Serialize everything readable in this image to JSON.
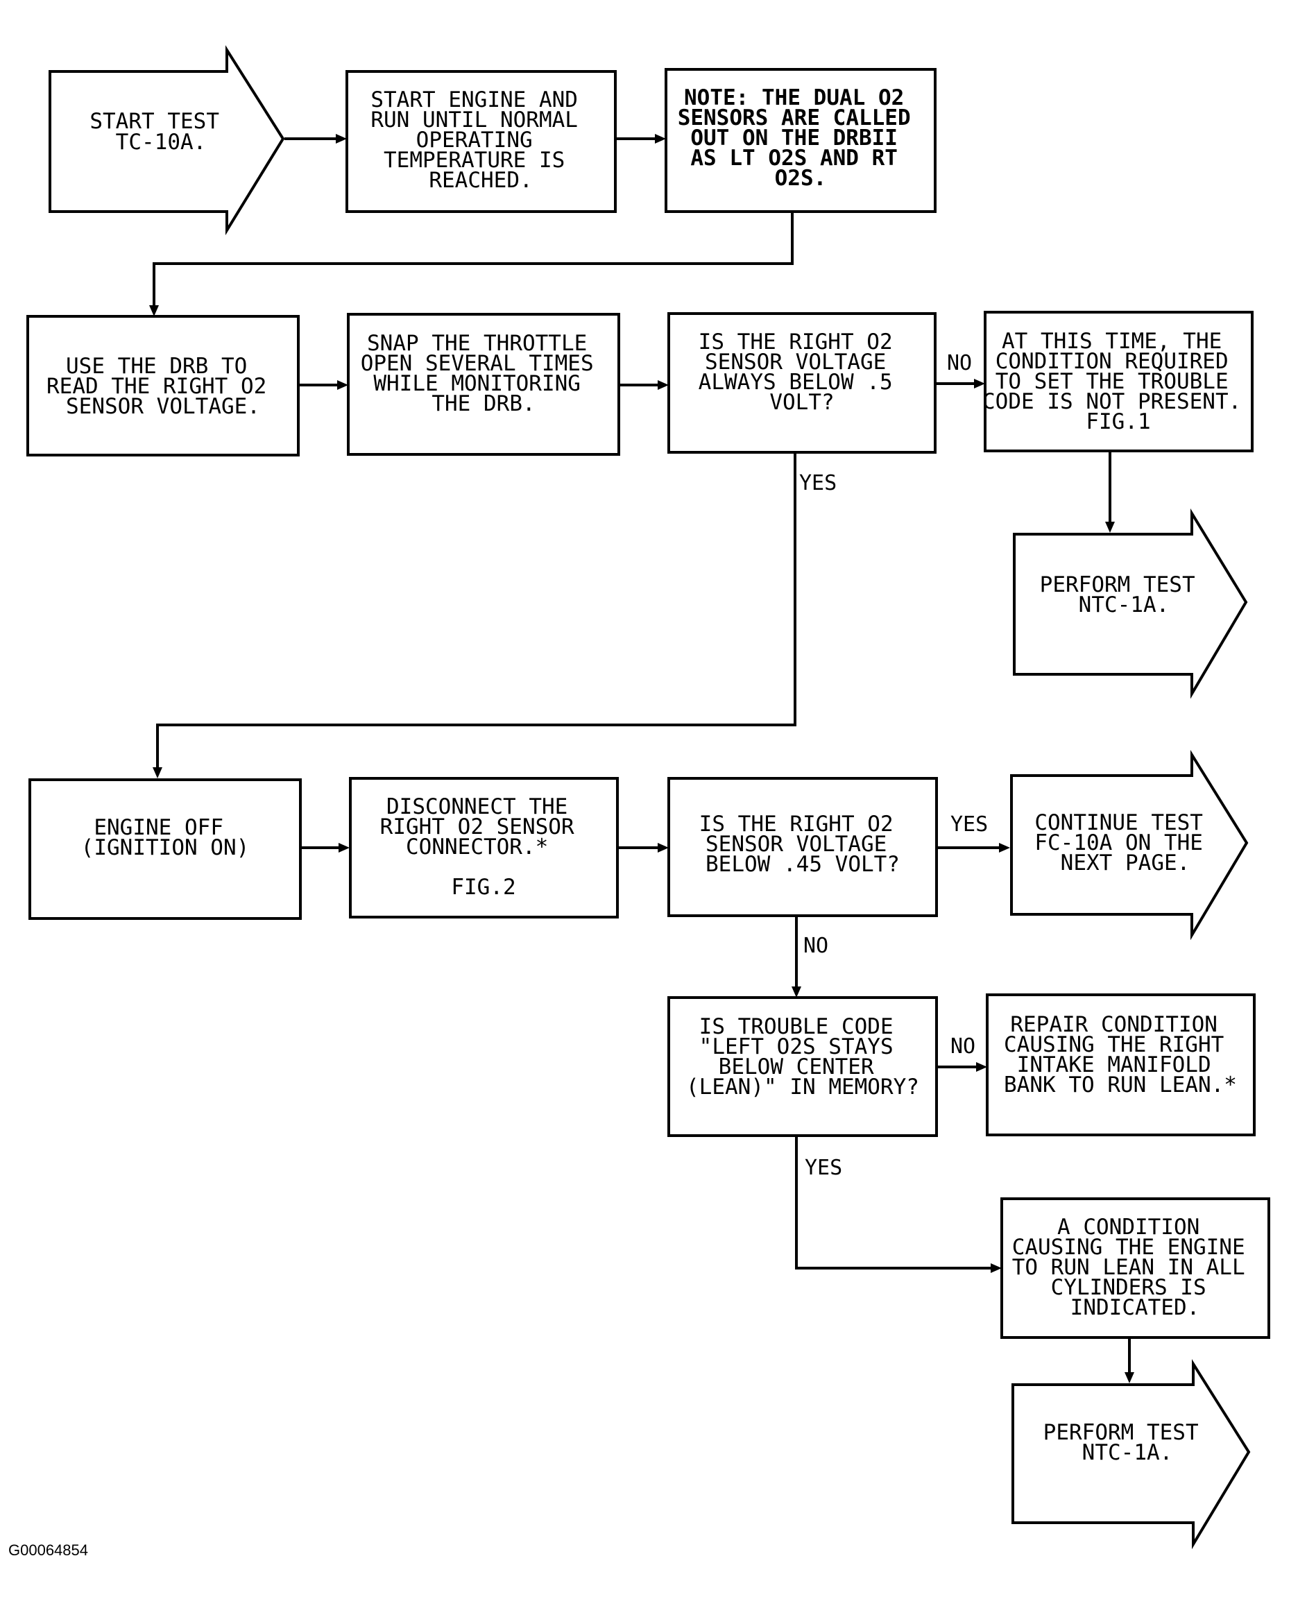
{
  "nodes": {
    "start": {
      "lines": [
        "START TEST",
        "TC-10A."
      ]
    },
    "run_engine": {
      "lines": [
        "START ENGINE AND",
        "RUN UNTIL NORMAL",
        "OPERATING",
        "TEMPERATURE IS",
        "REACHED."
      ]
    },
    "note": {
      "lines": [
        "NOTE: THE DUAL O2",
        "SENSORS ARE CALLED",
        "OUT ON THE DRBII",
        "AS LT O2S AND RT",
        "O2S."
      ]
    },
    "use_drb": {
      "lines": [
        "USE THE DRB TO",
        "READ THE RIGHT O2",
        "SENSOR VOLTAGE."
      ]
    },
    "snap_throttle": {
      "lines": [
        "SNAP THE THROTTLE",
        "OPEN SEVERAL TIMES",
        "WHILE MONITORING",
        "THE DRB."
      ]
    },
    "q_below_5": {
      "lines": [
        "IS THE RIGHT O2",
        "SENSOR VOLTAGE",
        "ALWAYS BELOW .5",
        "VOLT?"
      ]
    },
    "not_present": {
      "lines": [
        "AT THIS TIME, THE",
        "CONDITION REQUIRED",
        "TO SET THE TROUBLE",
        "CODE IS NOT PRESENT.",
        "FIG.1"
      ]
    },
    "perform_ntc_1": {
      "lines": [
        "PERFORM TEST",
        "NTC-1A."
      ]
    },
    "engine_off": {
      "lines": [
        "ENGINE OFF",
        "(IGNITION ON)"
      ]
    },
    "disconnect": {
      "lines": [
        "DISCONNECT THE",
        "RIGHT O2 SENSOR",
        "CONNECTOR.*",
        "",
        "FIG.2"
      ]
    },
    "q_below_45": {
      "lines": [
        "IS THE RIGHT O2",
        "SENSOR VOLTAGE",
        "BELOW .45 VOLT?"
      ]
    },
    "continue_fc": {
      "lines": [
        "CONTINUE TEST",
        "FC-10A ON THE",
        "NEXT PAGE."
      ]
    },
    "q_trouble_code": {
      "lines": [
        "IS TROUBLE CODE",
        "\"LEFT O2S STAYS",
        "BELOW CENTER",
        "(LEAN)\" IN MEMORY?"
      ]
    },
    "repair": {
      "lines": [
        "REPAIR CONDITION",
        "CAUSING THE RIGHT",
        "INTAKE MANIFOLD",
        "BANK TO RUN LEAN.*"
      ]
    },
    "condition_lean": {
      "lines": [
        "A CONDITION",
        "CAUSING THE ENGINE",
        "TO RUN LEAN IN ALL",
        "CYLINDERS IS",
        "INDICATED."
      ]
    },
    "perform_ntc_2": {
      "lines": [
        "PERFORM TEST",
        "NTC-1A."
      ]
    }
  },
  "edges": [
    {
      "from": "start",
      "to": "run_engine"
    },
    {
      "from": "run_engine",
      "to": "note"
    },
    {
      "from": "note",
      "to": "use_drb"
    },
    {
      "from": "use_drb",
      "to": "snap_throttle"
    },
    {
      "from": "snap_throttle",
      "to": "q_below_5"
    },
    {
      "from": "q_below_5",
      "to": "not_present",
      "label": "NO"
    },
    {
      "from": "not_present",
      "to": "perform_ntc_1"
    },
    {
      "from": "q_below_5",
      "to": "engine_off",
      "label": "YES"
    },
    {
      "from": "engine_off",
      "to": "disconnect"
    },
    {
      "from": "disconnect",
      "to": "q_below_45"
    },
    {
      "from": "q_below_45",
      "to": "continue_fc",
      "label": "YES"
    },
    {
      "from": "q_below_45",
      "to": "q_trouble_code",
      "label": "NO"
    },
    {
      "from": "q_trouble_code",
      "to": "repair",
      "label": "NO"
    },
    {
      "from": "q_trouble_code",
      "to": "condition_lean",
      "label": "YES"
    },
    {
      "from": "condition_lean",
      "to": "perform_ntc_2"
    }
  ],
  "figure_code": "G00064854"
}
